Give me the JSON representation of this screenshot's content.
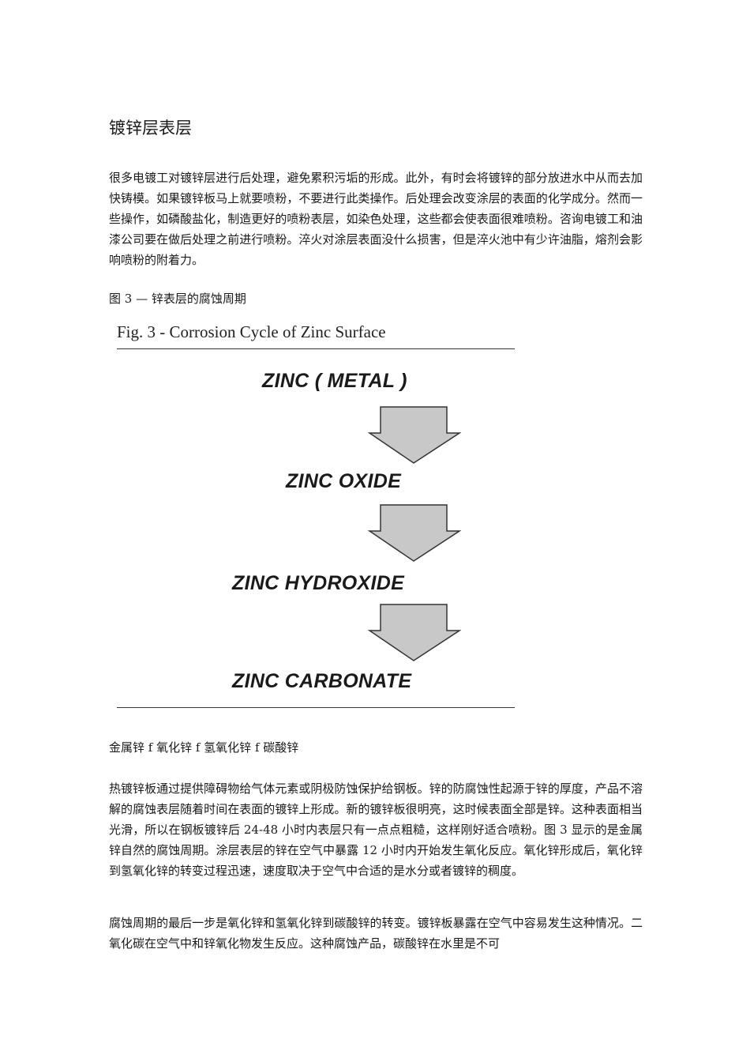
{
  "document": {
    "heading": "镀锌层表层",
    "paragraph1": "很多电镀工对镀锌层进行后处理，避免累积污垢的形成。此外，有时会将镀锌的部分放进水中从而去加快铸模。如果镀锌板马上就要喷粉，不要进行此类操作。后处理会改变涂层的表面的化学成分。然而一些操作，如磷酸盐化，制造更好的喷粉表层，如染色处理，这些都会使表面很难喷粉。咨询电镀工和油漆公司要在做后处理之前进行喷粉。淬火对涂层表面没什么损害，但是淬火池中有少许油脂，熔剂会影响喷粉的附着力。",
    "figure_caption": "图 3 — 锌表层的腐蚀周期",
    "figure": {
      "title": "Fig. 3 - Corrosion Cycle of Zinc Surface",
      "stages": [
        "ZINC ( METAL )",
        "ZINC OXIDE",
        "ZINC HYDROXIDE",
        "ZINC CARBONATE"
      ],
      "arrow_fill": "#c8c8c8"
    },
    "chain_text": "金属锌 f 氧化锌 f 氢氧化锌 f 碳酸锌",
    "paragraph3": "热镀锌板通过提供障碍物给气体元素或阴极防蚀保护给钢板。锌的防腐蚀性起源于锌的厚度，产品不溶解的腐蚀表层随着时间在表面的镀锌上形成。新的镀锌板很明亮，这时候表面全部是锌。这种表面相当光滑，所以在钢板镀锌后 24-48 小时内表层只有一点点粗糙，这样刚好适合喷粉。图 3 显示的是金属锌自然的腐蚀周期。涂层表层的锌在空气中暴露 12 小时内开始发生氧化反应。氧化锌形成后，氧化锌到氢氧化锌的转变过程迅速，速度取决于空气中合适的是水分或者镀锌的稠度。",
    "paragraph4": "腐蚀周期的最后一步是氧化锌和氢氧化锌到碳酸锌的转变。镀锌板暴露在空气中容易发生这种情况。二氧化碳在空气中和锌氧化物发生反应。这种腐蚀产品，碳酸锌在水里是不可"
  }
}
